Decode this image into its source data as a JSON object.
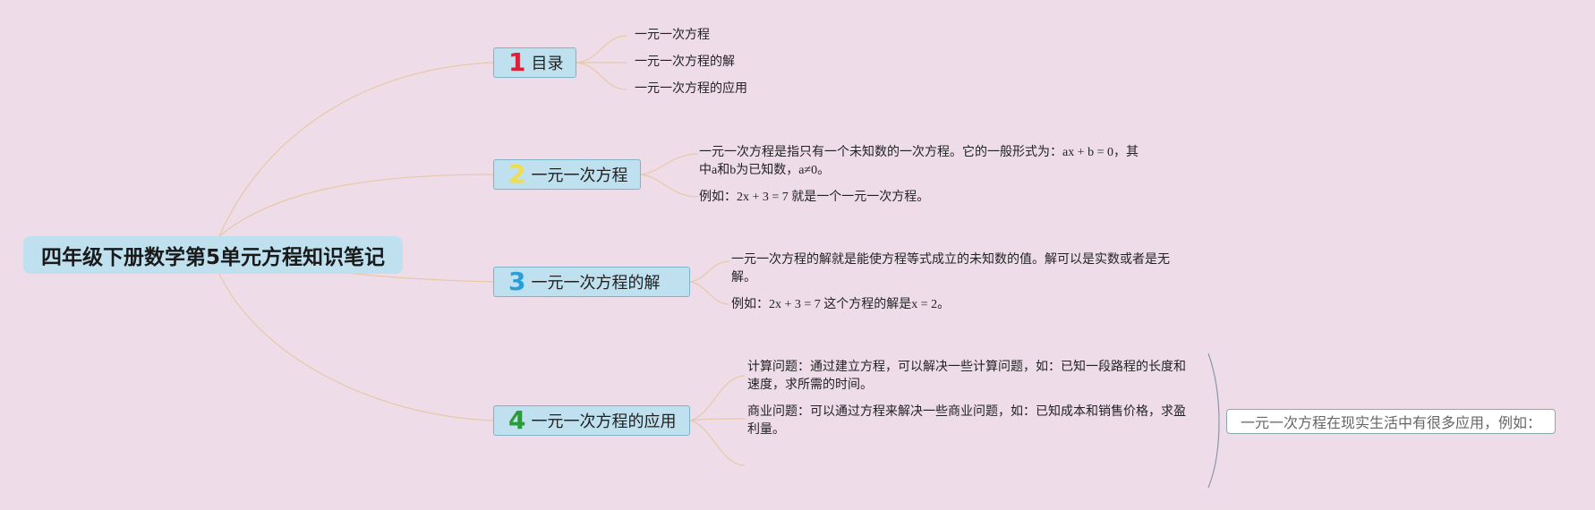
{
  "root": {
    "title": "四年级下册数学第5单元方程知识笔记"
  },
  "branches": [
    {
      "number": "1",
      "number_color": "#d9213a",
      "label": "目录",
      "children": [
        "一元一次方程",
        "一元一次方程的解",
        "一元一次方程的应用"
      ]
    },
    {
      "number": "2",
      "number_color": "#f2dc4a",
      "label": "一元一次方程",
      "children": [
        "一元一次方程是指只有一个未知数的一次方程。它的一般形式为：ax + b = 0，其中a和b为已知数，a≠0。",
        "例如：2x + 3 = 7 就是一个一元一次方程。"
      ]
    },
    {
      "number": "3",
      "number_color": "#2a9ed8",
      "label": "一元一次方程的解",
      "children": [
        "一元一次方程的解就是能使方程等式成立的未知数的值。解可以是实数或者是无解。",
        "例如：2x + 3 = 7 这个方程的解是x = 2。"
      ]
    },
    {
      "number": "4",
      "number_color": "#2a9a3a",
      "label": "一元一次方程的应用",
      "children": [
        "计算问题：通过建立方程，可以解决一些计算问题，如：已知一段路程的长度和速度，求所需的时间。",
        "商业问题：可以通过方程来解决一些商业问题，如：已知成本和销售价格，求盈利量。"
      ],
      "summary": "一元一次方程在现实生活中有很多应用，例如："
    }
  ],
  "colors": {
    "background": "#eedde9",
    "node_fill": "#bfe0ef",
    "connector": "#e8c8a8"
  }
}
